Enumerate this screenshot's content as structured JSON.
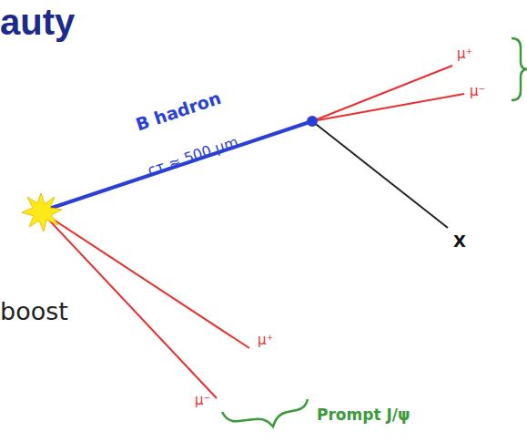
{
  "diagram": {
    "title": "auty",
    "labels": [
      "B hadron",
      "cτ ≈ 500 μm",
      "μ⁺",
      "μ⁻",
      "X",
      "μ⁺",
      "μ⁻",
      "Prompt J/ψ",
      "boost"
    ]
  }
}
